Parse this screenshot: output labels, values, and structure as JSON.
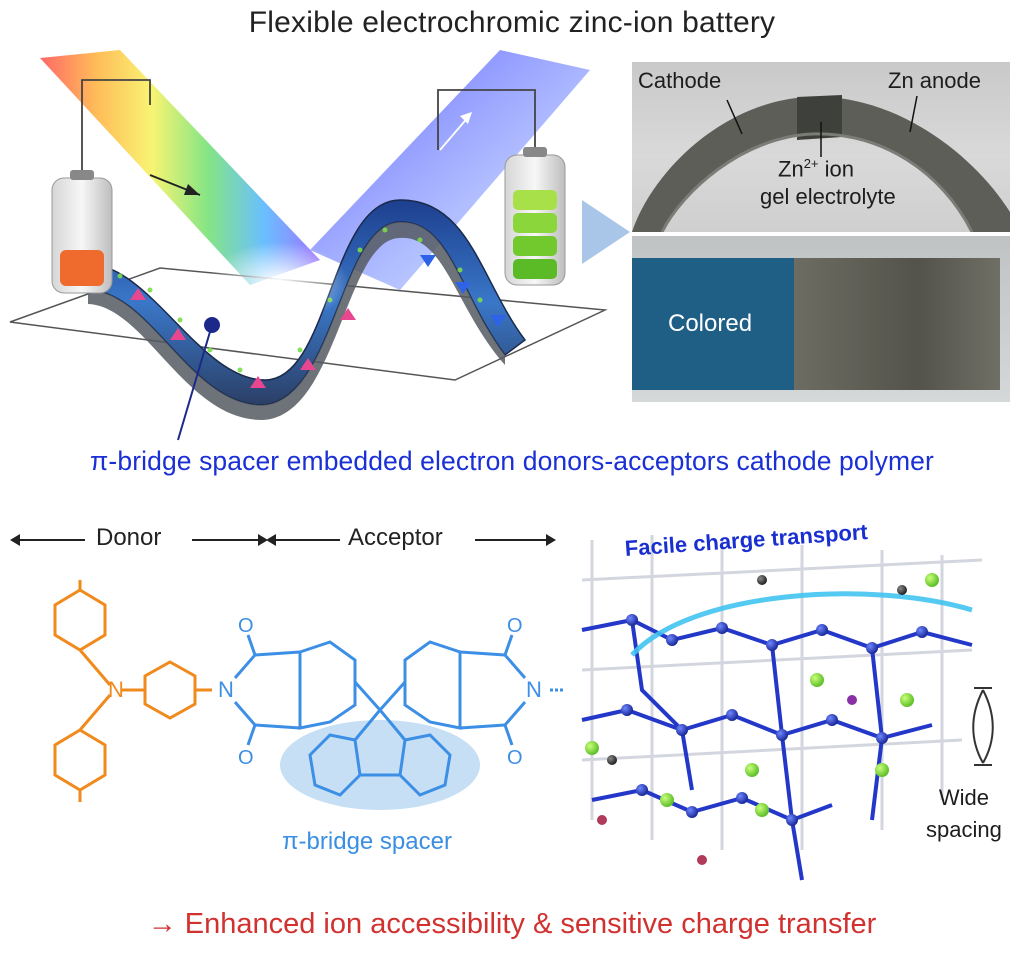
{
  "title": "Flexible electrochromic zinc-ion battery",
  "photo_top": {
    "cathode_label": "Cathode",
    "anode_label": "Zn anode",
    "ion_label_main": "Zn",
    "ion_label_sup": "2+",
    "ion_label_rest": " ion",
    "electrolyte_label": "gel electrolyte"
  },
  "photo_bottom": {
    "colored_label": "Colored"
  },
  "subtitle": "π-bridge spacer embedded electron donors-acceptors cathode polymer",
  "structure": {
    "donor_label": "Donor",
    "acceptor_label": "Acceptor",
    "spacer_label": "π-bridge spacer",
    "n_label": "N",
    "o_label": "O"
  },
  "simulation": {
    "transport_label": "Facile charge transport",
    "wide_label_1": "Wide",
    "wide_label_2": "spacing"
  },
  "conclusion": "→ Enhanced ion accessibility & sensitive charge transfer",
  "colors": {
    "donor": "#f08a1c",
    "acceptor": "#3d8fe6",
    "subtitle_blue": "#1a30d6",
    "conclusion_red": "#d1312f"
  }
}
